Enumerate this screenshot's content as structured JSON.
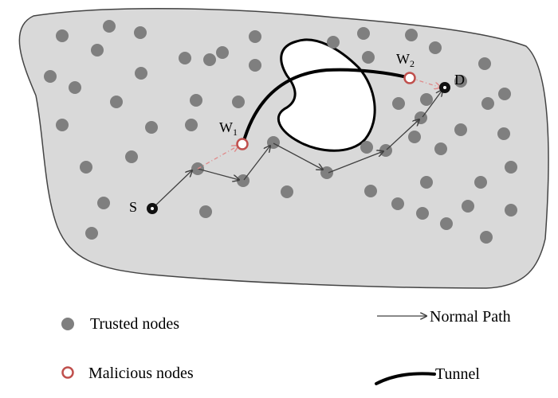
{
  "colors": {
    "region_fill": "#d9d9d9",
    "region_stroke": "#444444",
    "trusted_node": "#7f7f7f",
    "malicious_node_stroke": "#c0504d",
    "endpoint_node": "#111111",
    "normal_arrow": "#404040",
    "malicious_arrow": "#e08a8a",
    "tunnel": "#000000",
    "hole_fill": "#ffffff"
  },
  "nodes": {
    "source_label": "S",
    "destination_label": "D",
    "wormhole_1": {
      "letter": "W",
      "subscript": "1"
    },
    "wormhole_2": {
      "letter": "W",
      "subscript": "2"
    }
  },
  "legend": {
    "trusted": "Trusted nodes",
    "malicious": "Malicious nodes",
    "normal_path": "Normal Path",
    "tunnel": "Tunnel"
  }
}
